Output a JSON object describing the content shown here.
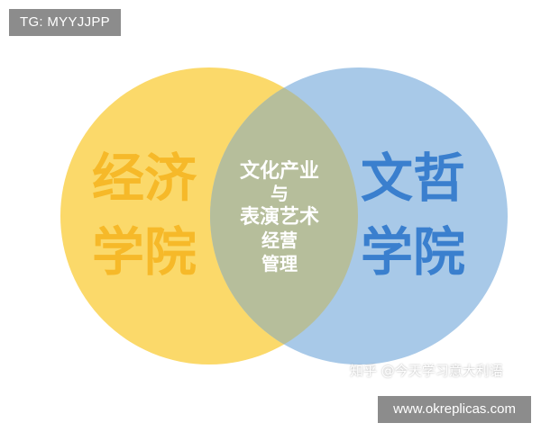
{
  "tag_badge": "TG: MYYJJPP",
  "left_circle": {
    "line1": "经济",
    "line2": "学院",
    "fill": "#fbd96a",
    "text_color": "#f6b929"
  },
  "right_circle": {
    "line1": "文哲",
    "line2": "学院",
    "fill": "#a8c9e8",
    "text_color": "#3a7fce"
  },
  "overlap": {
    "lines": [
      "文化产业",
      "与",
      "表演艺术",
      "经营",
      "管理"
    ],
    "fill": "#b6be9b",
    "text_color": "#ffffff"
  },
  "watermark": "知乎 @今天学习意大利语",
  "url_badge": "www.okreplicas.com"
}
